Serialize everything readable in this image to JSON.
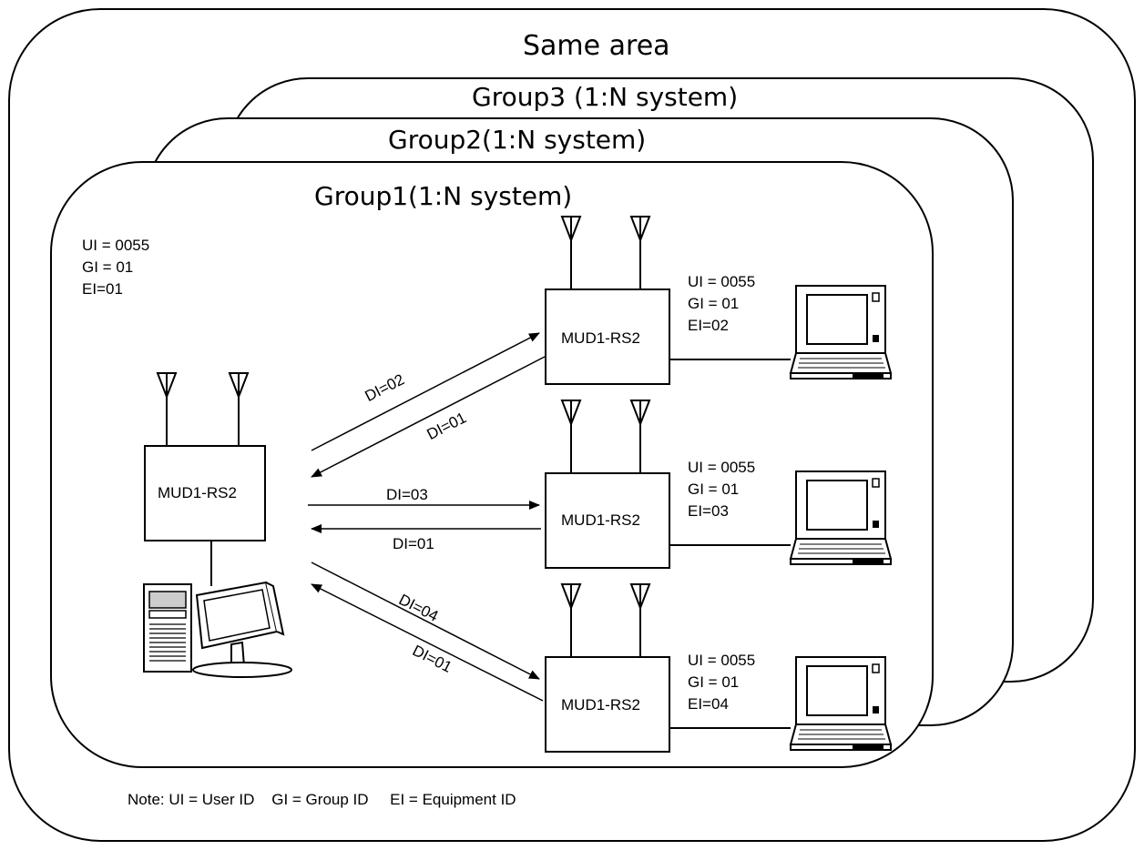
{
  "area_title": "Same area",
  "groups": {
    "group3": "Group3 (1:N system)",
    "group2": "Group2(1:N system)",
    "group1": "Group1(1:N system)"
  },
  "master": {
    "ids": [
      "UI = 0055",
      "GI = 01",
      "EI=01"
    ],
    "device_label": "MUD1-RS2"
  },
  "slaves": [
    {
      "device_label": "MUD1-RS2",
      "ids": [
        "UI = 0055",
        "GI = 01",
        "EI=02"
      ]
    },
    {
      "device_label": "MUD1-RS2",
      "ids": [
        "UI = 0055",
        "GI = 01",
        "EI=03"
      ]
    },
    {
      "device_label": "MUD1-RS2",
      "ids": [
        "UI = 0055",
        "GI = 01",
        "EI=04"
      ]
    }
  ],
  "links": [
    {
      "to_slave": "DI=02",
      "from_slave": "DI=01"
    },
    {
      "to_slave": "DI=03",
      "from_slave": "DI=01"
    },
    {
      "to_slave": "DI=04",
      "from_slave": "DI=01"
    }
  ],
  "note": "Note: UI = User ID    GI = Group ID     EI = Equipment ID"
}
